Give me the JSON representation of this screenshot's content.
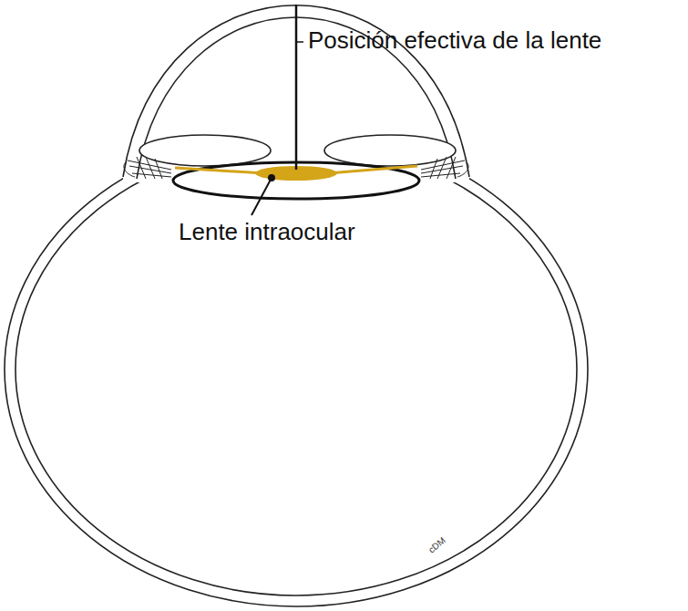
{
  "diagram": {
    "labels": [
      "Posición efectiva de la lente",
      "Lente intraocular",
      "cDM"
    ]
  }
}
